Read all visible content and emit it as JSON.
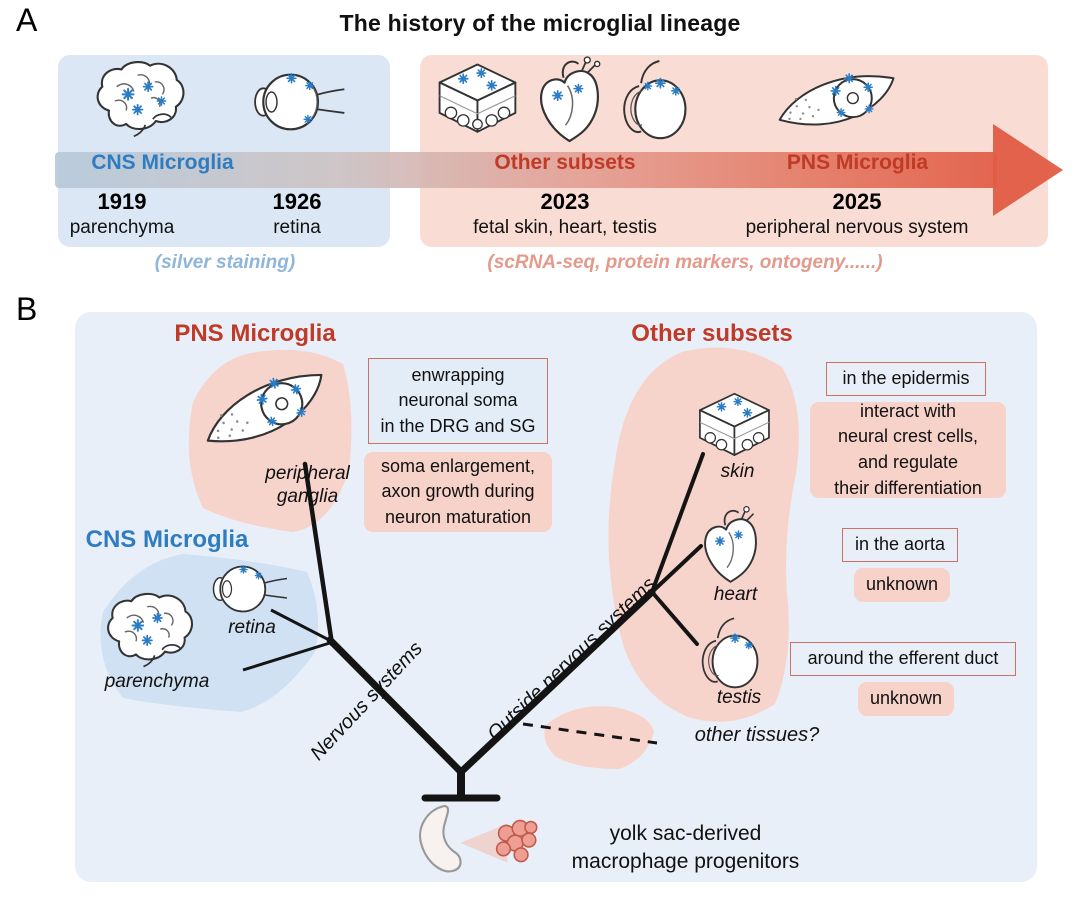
{
  "colors": {
    "cns_blue_text": "#2e7cc1",
    "red_text": "#bf3a27",
    "era_blue_bg": "#dbe7f5",
    "era_pink_bg": "#f9ddd5",
    "panel_b_bg": "#e9eff8",
    "blob_pink": "#f7d4cb",
    "blob_blue": "#cfe1f2",
    "microglia_blue": "#2a7cc4",
    "arrow_gradient_start": "#b7c9da",
    "arrow_gradient_end": "#e15b44"
  },
  "icons": {
    "brain": "brain-icon",
    "eye": "eye-icon",
    "skin_cube": "skin-cube-icon",
    "heart": "heart-icon",
    "testis": "testis-icon",
    "peripheral_ganglion": "ganglion-icon",
    "yolk_sac": "yolk-sac-icon",
    "microglia_cell": "microglia-star-icon",
    "timeline_arrow": "timeline-arrow"
  },
  "panel_a": {
    "label": "A",
    "title": "The history of the microglial lineage",
    "cns": {
      "heading": "CNS Microglia",
      "events": [
        {
          "year": "1919",
          "tissue": "parenchyma"
        },
        {
          "year": "1926",
          "tissue": "retina"
        }
      ],
      "caption": "(silver staining)"
    },
    "other": {
      "heading": "Other subsets",
      "year": "2023",
      "tissue": "fetal skin, heart, testis"
    },
    "pns": {
      "heading": "PNS Microglia",
      "year": "2025",
      "tissue": "peripheral nervous system"
    },
    "methods_caption": "(scRNA-seq, protein markers, ontogeny......)"
  },
  "panel_b": {
    "label": "B",
    "pns_heading": "PNS Microglia",
    "other_heading": "Other subsets",
    "cns_heading": "CNS Microglia",
    "nodes": {
      "peripheral_ganglia": "peripheral\nganglia",
      "retina": "retina",
      "parenchyma": "parenchyma",
      "skin": "skin",
      "heart": "heart",
      "testis": "testis"
    },
    "annotations": {
      "pns_location": "enwrapping\nneuronal soma\nin the DRG and SG",
      "pns_function": "soma enlargement,\naxon growth during\nneuron maturation",
      "skin_location": "in the epidermis",
      "skin_function": "interact with\nneural crest cells,\nand regulate\ntheir differentiation",
      "heart_location": "in the aorta",
      "heart_function": "unknown",
      "testis_location": "around the efferent duct",
      "testis_function": "unknown"
    },
    "branches": {
      "left": "Nervous systems",
      "right": "Outside nervous systems",
      "other_tissues": "other tissues?"
    },
    "root_label": "yolk sac-derived\nmacrophage progenitors"
  }
}
